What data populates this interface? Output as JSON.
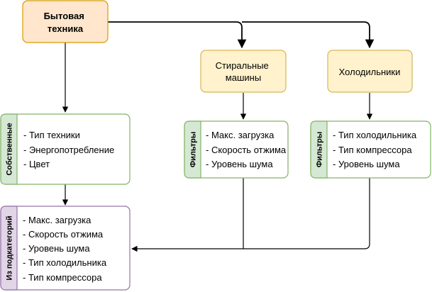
{
  "colors": {
    "root_fill": "#ffe6cc",
    "root_stroke": "#d79b00",
    "category_fill": "#fff2cc",
    "category_stroke": "#d6b656",
    "own_stroke": "#82b366",
    "own_tab_fill": "#d5e8d4",
    "sub_stroke": "#9673a6",
    "sub_tab_fill": "#e1d5e7",
    "line": "#000000"
  },
  "root": {
    "lines": [
      "Бытовая",
      "техника"
    ]
  },
  "washers": {
    "lines": [
      "Стиральные",
      "машины"
    ]
  },
  "fridges": {
    "lines": [
      "Холодильники"
    ]
  },
  "own": {
    "label": "Собственные",
    "items": [
      "- Тип техники",
      "- Энергопотребление",
      "- Цвет"
    ]
  },
  "washer_filters": {
    "label": "Фильтры",
    "items": [
      "- Макс. загрузка",
      "- Скорость отжима",
      "- Уровень шума"
    ]
  },
  "fridge_filters": {
    "label": "Фильтры",
    "items": [
      "- Тип холодильника",
      "- Тип компрессора",
      "- Уровень шума"
    ]
  },
  "from_sub": {
    "label": "Из подкатегорий",
    "items": [
      "- Макс. загрузка",
      "- Скорость отжима",
      "- Уровень шума",
      "- Тип холодильника",
      "- Тип компрессора"
    ]
  }
}
